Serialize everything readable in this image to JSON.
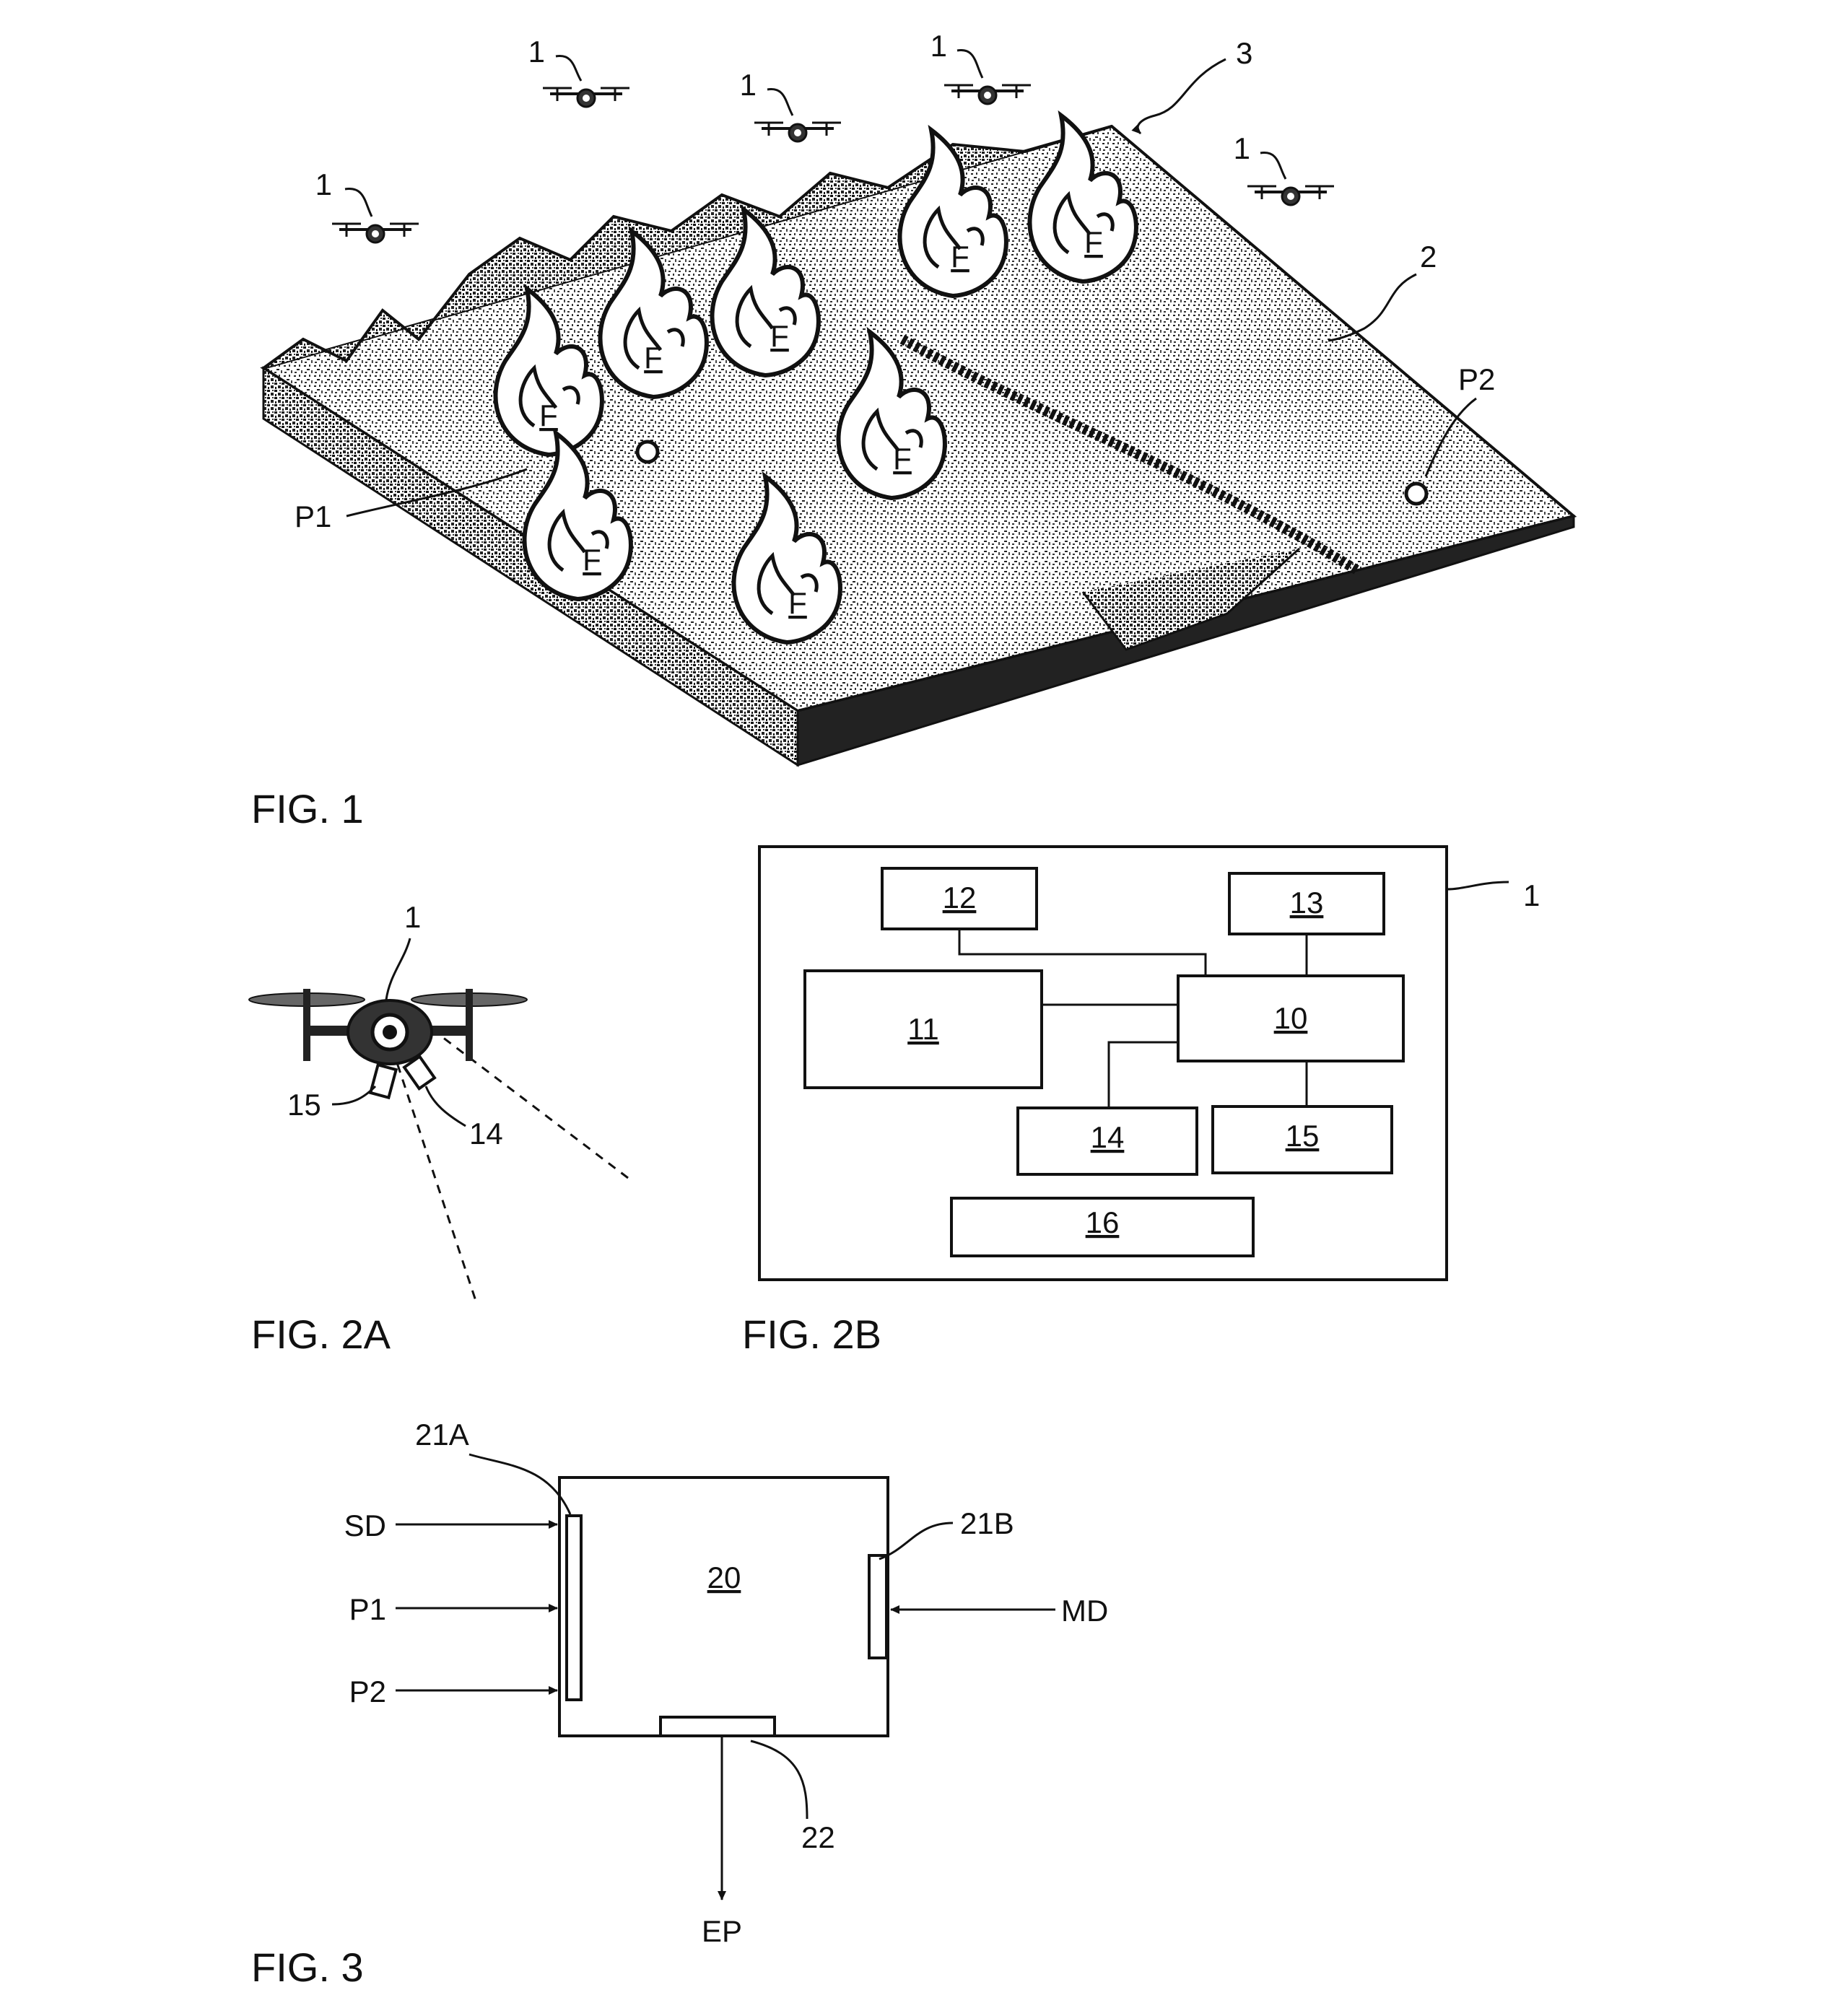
{
  "fig1": {
    "caption": "FIG. 1",
    "drone_ref": "1",
    "terrain_ref": "2",
    "fire_area_ref": "3",
    "fire_letter": "F",
    "point1": "P1",
    "point2": "P2"
  },
  "fig2a": {
    "caption": "FIG. 2A",
    "drone_ref": "1",
    "sensor_ref_a": "15",
    "sensor_ref_b": "14"
  },
  "fig2b": {
    "caption": "FIG. 2B",
    "outer_ref": "1",
    "blocks": {
      "b10": "10",
      "b11": "11",
      "b12": "12",
      "b13": "13",
      "b14": "14",
      "b15": "15",
      "b16": "16"
    }
  },
  "fig3": {
    "caption": "FIG. 3",
    "unit": "20",
    "port_a": "21A",
    "port_b": "21B",
    "output_port": "22",
    "inputs": [
      "SD",
      "P1",
      "P2"
    ],
    "input_right": "MD",
    "output": "EP"
  }
}
